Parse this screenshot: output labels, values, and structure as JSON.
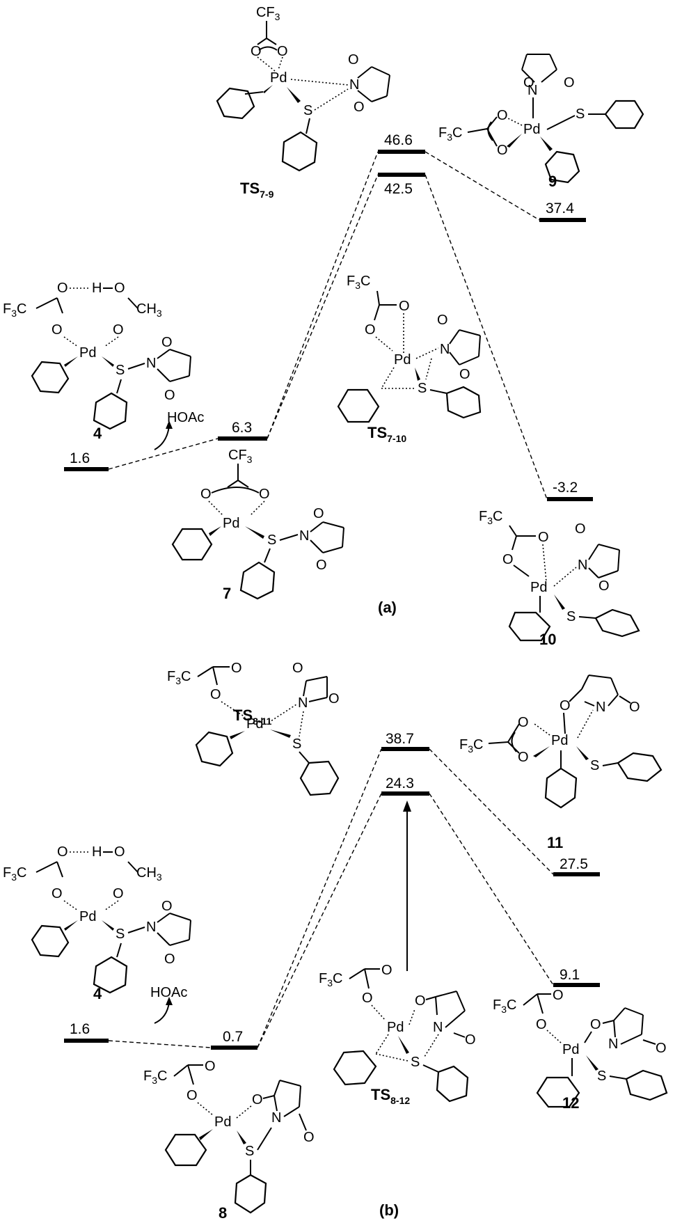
{
  "panels": {
    "a_label": "(a)",
    "b_label": "(b)"
  },
  "compounds": {
    "c4_a": "4",
    "c7": "7",
    "c9": "9",
    "c10": "10",
    "ts79": "TS",
    "ts79_sub": "7-9",
    "ts710": "TS",
    "ts710_sub": "7-10",
    "c4_b": "4",
    "c8": "8",
    "c11": "11",
    "c12": "12",
    "ts811": "TS",
    "ts811_sub": "8-11",
    "ts812": "TS",
    "ts812_sub": "8-12"
  },
  "byproducts": {
    "hoac_a": "HOAc",
    "hoac_b": "HOAc"
  },
  "energies_a": {
    "e4": "1.6",
    "e7": "6.3",
    "ets79": "46.6",
    "ets710": "42.5",
    "e9": "37.4",
    "e10": "-3.2"
  },
  "energies_b": {
    "e4": "1.6",
    "e8": "0.7",
    "ets811": "38.7",
    "ets812": "24.3",
    "e11": "27.5",
    "e12": "9.1"
  },
  "atoms": {
    "pd": "Pd",
    "s": "S",
    "n": "N",
    "o": "O",
    "h": "H",
    "cf3": "CF",
    "f3c": "F",
    "c": "C",
    "ch3": "CH",
    "sub3": "3"
  }
}
